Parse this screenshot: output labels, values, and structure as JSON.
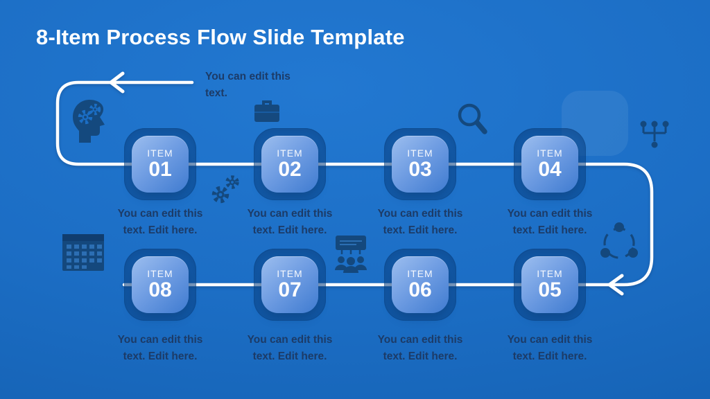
{
  "title": "8-Item Process Flow Slide Template",
  "annotation": {
    "line1": "You can edit this",
    "line2": "text."
  },
  "items": [
    {
      "label": "ITEM",
      "number": "01",
      "caption_line1": "You can edit this",
      "caption_line2": "text. Edit here."
    },
    {
      "label": "ITEM",
      "number": "02",
      "caption_line1": "You can edit this",
      "caption_line2": "text. Edit here."
    },
    {
      "label": "ITEM",
      "number": "03",
      "caption_line1": "You can edit this",
      "caption_line2": "text. Edit here."
    },
    {
      "label": "ITEM",
      "number": "04",
      "caption_line1": "You can edit this",
      "caption_line2": "text. Edit here."
    },
    {
      "label": "ITEM",
      "number": "05",
      "caption_line1": "You can edit this",
      "caption_line2": "text. Edit here."
    },
    {
      "label": "ITEM",
      "number": "06",
      "caption_line1": "You can edit this",
      "caption_line2": "text. Edit here."
    },
    {
      "label": "ITEM",
      "number": "07",
      "caption_line1": "You can edit this",
      "caption_line2": "text. Edit here."
    },
    {
      "label": "ITEM",
      "number": "08",
      "caption_line1": "You can edit this",
      "caption_line2": "text. Edit here."
    }
  ],
  "background_icons": [
    "head-gears-icon",
    "briefcase-icon",
    "gears-icon",
    "magnifier-icon",
    "hierarchy-icon",
    "calendar-icon",
    "presentation-team-icon",
    "share-icon"
  ],
  "colors": {
    "background_top": "#2278d1",
    "background_bottom": "#0e55a4",
    "flow_line": "#ffffff",
    "title_text": "#ffffff",
    "caption_text": "#1c3b67",
    "item_well": "rgba(10,70,138,0.5)",
    "item_gradient_start": "#9cbeef",
    "item_gradient_end": "#3f7bd0",
    "background_icon": "#134271"
  }
}
